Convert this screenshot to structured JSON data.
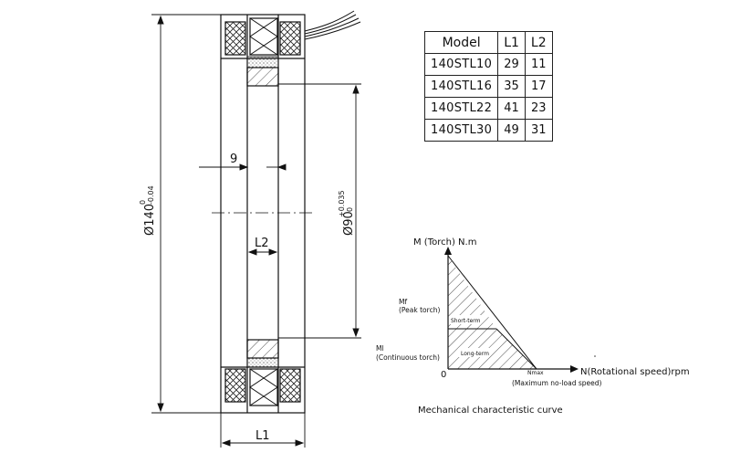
{
  "table": {
    "headers": [
      "Model",
      "L1",
      "L2"
    ],
    "rows": [
      {
        "model": "140STL10",
        "l1": "29",
        "l2": "11"
      },
      {
        "model": "140STL16",
        "l1": "35",
        "l2": "17"
      },
      {
        "model": "140STL22",
        "l1": "41",
        "l2": "23"
      },
      {
        "model": "140STL30",
        "l1": "49",
        "l2": "31"
      }
    ]
  },
  "drawing": {
    "outer_diameter": "Ø140",
    "outer_tol_upper": "0",
    "outer_tol_lower": "-0.04",
    "inner_diameter": "Ø90",
    "inner_tol_upper": "+0.035",
    "inner_tol_lower": "0",
    "dim_9": "9",
    "dim_l2": "L2",
    "dim_l1": "L1"
  },
  "curve": {
    "y_axis": "M (Torch) N.m",
    "x_axis": "N(Rotational speed)rpm",
    "origin": "0",
    "mf_label": "Mf",
    "mf_desc": "(Peak torch)",
    "ml_label": "Ml",
    "ml_desc": "(Continuous torch)",
    "short_term": "Short-term",
    "long_term": "Long-term",
    "nmax_label": "Nmax",
    "nmax_desc": "(Maximum no-load speed)",
    "caption": "Mechanical characteristic curve"
  }
}
